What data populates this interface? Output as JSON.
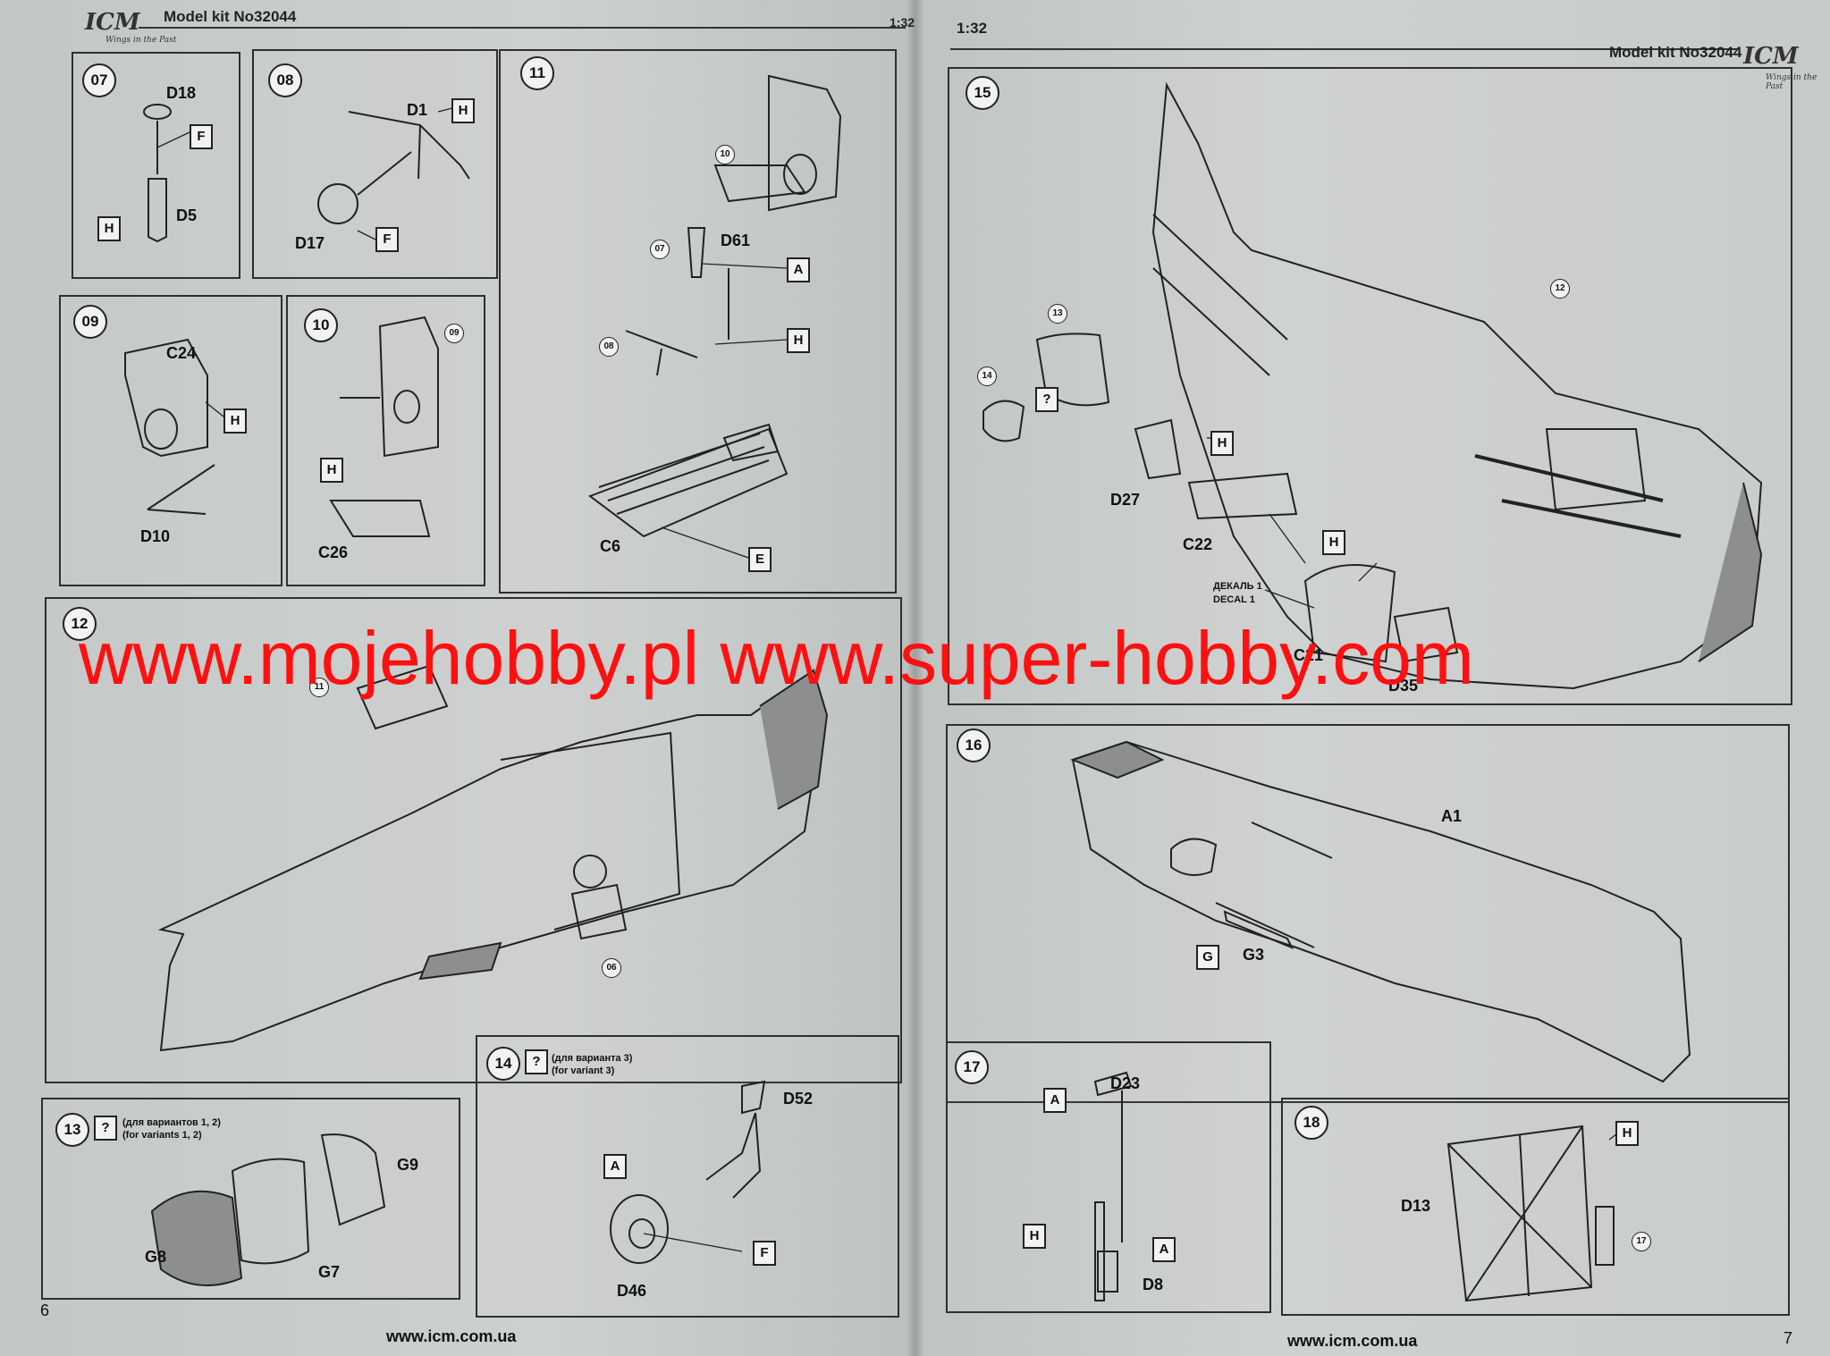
{
  "left_page": {
    "brand": "ICM",
    "brand_tagline": "Wings in the Past",
    "model_kit": "Model kit No32044",
    "scale": "1:32",
    "page_number": "6",
    "footer_url": "www.icm.com.ua",
    "steps": {
      "s07": {
        "num": "07",
        "parts": [
          "D18",
          "D5"
        ],
        "tags": [
          "F",
          "H"
        ]
      },
      "s08": {
        "num": "08",
        "parts": [
          "D1",
          "D17"
        ],
        "tags": [
          "H",
          "F"
        ]
      },
      "s09": {
        "num": "09",
        "parts": [
          "C24",
          "D10"
        ],
        "tags": [
          "H"
        ]
      },
      "s10": {
        "num": "10",
        "parts": [
          "C26"
        ],
        "tags": [
          "H"
        ],
        "ref": "09"
      },
      "s11": {
        "num": "11",
        "parts": [
          "D61",
          "C6"
        ],
        "tags": [
          "A",
          "H",
          "E"
        ],
        "refs": [
          "10",
          "07",
          "08"
        ]
      },
      "s12": {
        "num": "12",
        "refs": [
          "11",
          "06"
        ]
      },
      "s13": {
        "num": "13",
        "query": "?",
        "note_ru": "(для вариантов 1, 2)",
        "note_en": "(for variants 1, 2)",
        "parts": [
          "G9",
          "G8",
          "G7"
        ]
      },
      "s14": {
        "num": "14",
        "query": "?",
        "note_ru": "(для варианта 3)",
        "note_en": "(for variant 3)",
        "parts": [
          "D52",
          "D46"
        ],
        "tags": [
          "A",
          "F"
        ]
      }
    }
  },
  "right_page": {
    "brand": "ICM",
    "brand_tagline": "Wings in the Past",
    "model_kit": "Model kit No32044",
    "scale": "1:32",
    "page_number": "7",
    "footer_url": "www.icm.com.ua",
    "steps": {
      "s15": {
        "num": "15",
        "parts": [
          "D27",
          "C22",
          "C21",
          "D35"
        ],
        "tags": [
          "H",
          "H"
        ],
        "query": "?",
        "refs": [
          "13",
          "14",
          "12"
        ],
        "decal_ru": "ДЕКАЛЬ 1",
        "decal_en": "DECAL 1"
      },
      "s16": {
        "num": "16",
        "parts": [
          "A1",
          "G3"
        ],
        "tags": [
          "G"
        ]
      },
      "s17": {
        "num": "17",
        "parts": [
          "D23",
          "D8"
        ],
        "tags": [
          "A",
          "H",
          "A"
        ]
      },
      "s18": {
        "num": "18",
        "parts": [
          "D13"
        ],
        "tags": [
          "H"
        ],
        "ref": "17"
      }
    }
  },
  "watermark": "www.mojehobby.pl www.super-hobby.com"
}
